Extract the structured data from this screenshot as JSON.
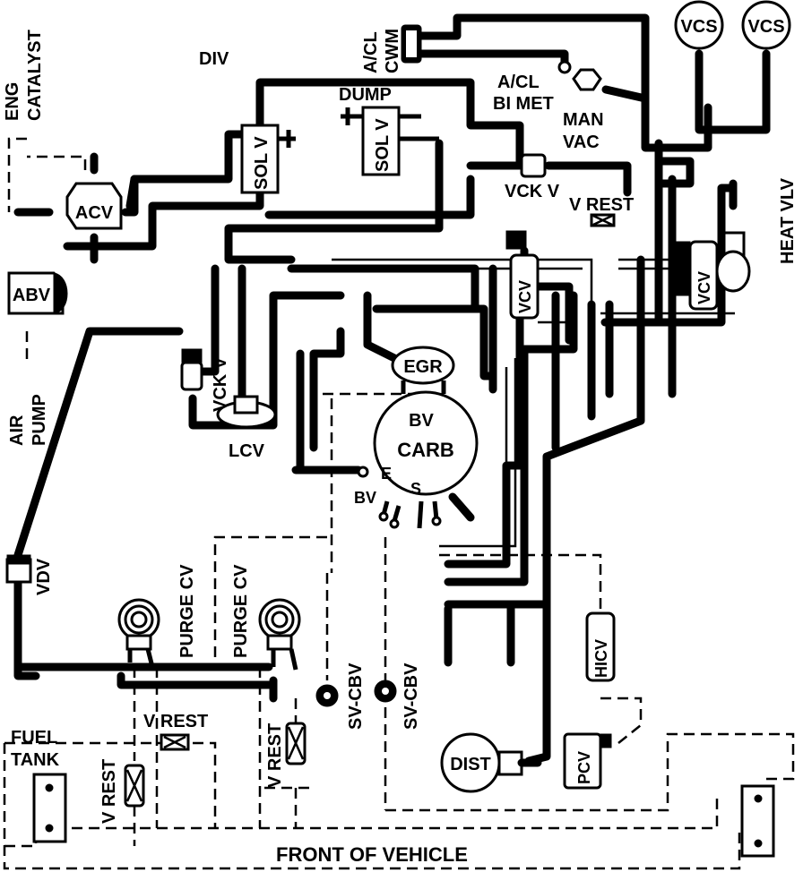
{
  "labels": {
    "eng_catalyst_1": "ENG",
    "eng_catalyst_2": "CATALYST",
    "div": "DIV",
    "acl_cwm_1": "A/CL",
    "acl_cwm_2": "CWM",
    "vcs_left": "VCS",
    "vcs_right": "VCS",
    "dump": "DUMP",
    "sol_v_left": "SOL V",
    "sol_v_right": "SOL V",
    "acl_bimet_1": "A/CL",
    "acl_bimet_2": "BI MET",
    "man_vac_1": "MAN",
    "man_vac_2": "VAC",
    "acv": "ACV",
    "vck_v_top": "VCK V",
    "v_rest_top": "V REST",
    "heat_vlv": "HEAT VLV",
    "abv": "ABV",
    "vcv_left": "VCV",
    "vcv_right": "VCV",
    "air_pump_1": "AIR",
    "air_pump_2": "PUMP",
    "vck_v_left": "VCK V",
    "egr": "EGR",
    "bv_top": "BV",
    "carb": "CARB",
    "lcv": "LCV",
    "e": "E",
    "s": "S",
    "bv_bottom": "BV",
    "vdv": "VDV",
    "purge_cv_1": "PURGE CV",
    "purge_cv_2": "PURGE CV",
    "sv_cbv_1": "SV-CBV",
    "sv_cbv_2": "SV-CBV",
    "hicv": "HICV",
    "v_rest_mid": "V REST",
    "fuel_tank_1": "FUEL",
    "fuel_tank_2": "TANK",
    "v_rest_left": "V REST",
    "v_rest_center": "V REST",
    "dist": "DIST",
    "pcv": "PCV",
    "front_of_vehicle": "FRONT OF VEHICLE"
  }
}
